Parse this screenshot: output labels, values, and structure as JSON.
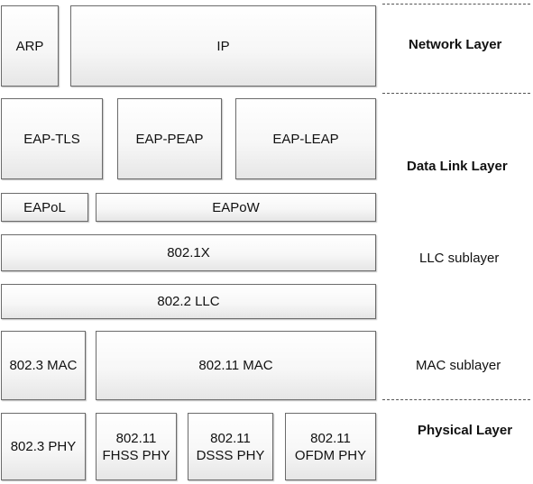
{
  "network": {
    "arp": "ARP",
    "ip": "IP",
    "layer_label": "Network Layer"
  },
  "datalink": {
    "eap_tls": "EAP-TLS",
    "eap_peap": "EAP-PEAP",
    "eap_leap": "EAP-LEAP",
    "eapol": "EAPoL",
    "eapow": "EAPoW",
    "layer_label": "Data Link Layer"
  },
  "llc": {
    "dot1x": "802.1X",
    "dot2_llc": "802.2 LLC",
    "sublayer_label": "LLC sublayer"
  },
  "mac": {
    "dot3_mac": "802.3 MAC",
    "dot11_mac": "802.11 MAC",
    "sublayer_label": "MAC sublayer"
  },
  "physical": {
    "dot3_phy": "802.3 PHY",
    "fhss": {
      "line1": "802.11",
      "line2": "FHSS PHY"
    },
    "dsss": {
      "line1": "802.11",
      "line2": "DSSS PHY"
    },
    "ofdm": {
      "line1": "802.11",
      "line2": "OFDM PHY"
    },
    "layer_label": "Physical Layer"
  }
}
